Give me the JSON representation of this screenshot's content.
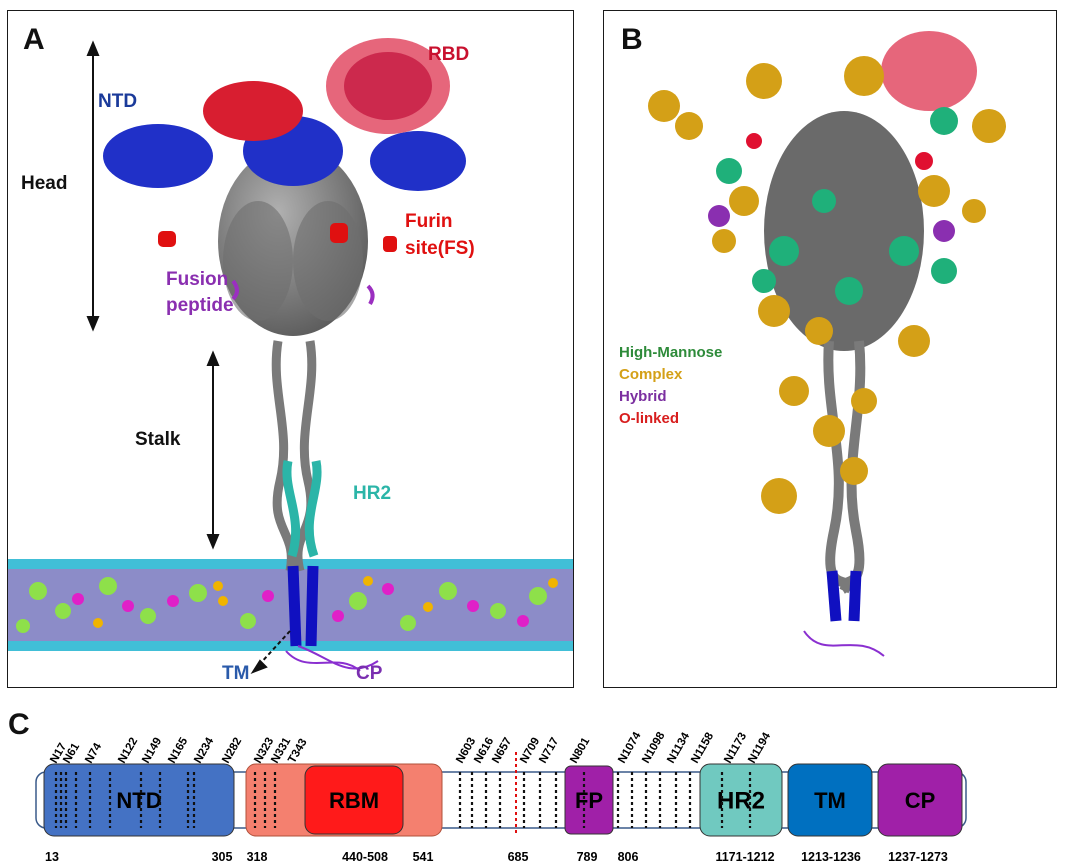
{
  "panelA": {
    "label": "A",
    "regions": {
      "head": "Head",
      "stalk": "Stalk"
    },
    "domains": {
      "rbd": "RBD",
      "ntd": "NTD",
      "furin_line1": "Furin",
      "furin_line2": "site(FS)",
      "fusion_line1": "Fusion",
      "fusion_line2": "peptide",
      "hr2": "HR2",
      "tm": "TM",
      "cp": "CP"
    }
  },
  "panelB": {
    "label": "B",
    "legend": [
      {
        "label": "High-Mannose",
        "color": "#2e8b3a"
      },
      {
        "label": "Complex",
        "color": "#d4a017"
      },
      {
        "label": "Hybrid",
        "color": "#7b2fa0"
      },
      {
        "label": "O-linked",
        "color": "#d81e1e"
      }
    ]
  },
  "panelC": {
    "label": "C",
    "domains": [
      {
        "name": "NTD",
        "color": "#4472c4"
      },
      {
        "name": "RBM",
        "color": "#ff1a1a"
      },
      {
        "name": "FP",
        "color": "#a020a8"
      },
      {
        "name": "HR2",
        "color": "#70c9c0"
      },
      {
        "name": "TM",
        "color": "#0070c0"
      },
      {
        "name": "CP",
        "color": "#a020a8"
      }
    ],
    "sites": [
      "N17",
      "N61",
      "N74",
      "N122",
      "N149",
      "N165",
      "N234",
      "N282",
      "N323",
      "N331",
      "T343",
      "N603",
      "N616",
      "N657",
      "N709",
      "N717",
      "N801",
      "N1074",
      "N1098",
      "N1134",
      "N1158",
      "N1173",
      "N1194"
    ],
    "positions": [
      "13",
      "305",
      "318",
      "440-508",
      "541",
      "685",
      "789",
      "806",
      "1171-1212",
      "1213-1236",
      "1237-1273"
    ]
  }
}
